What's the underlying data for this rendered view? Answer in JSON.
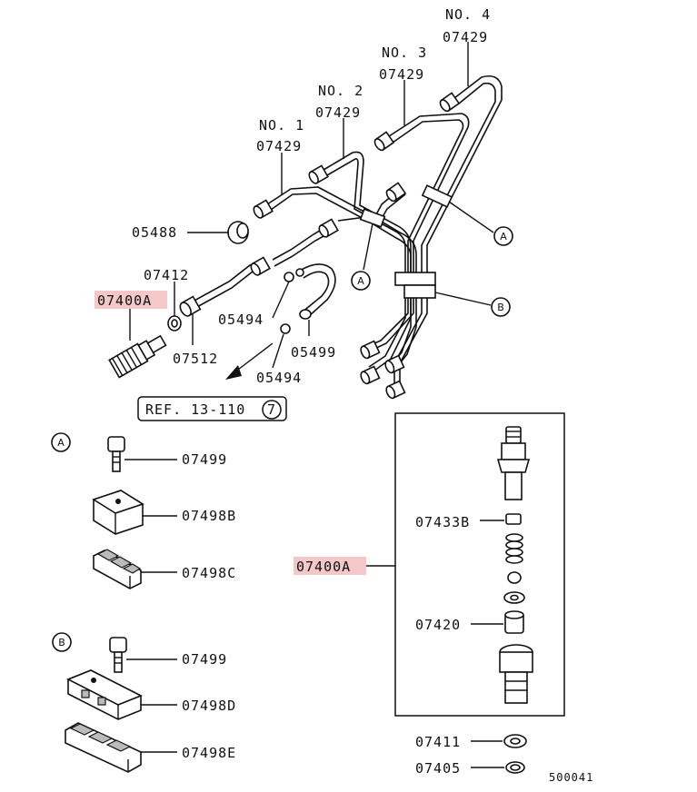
{
  "labels": {
    "no1": "NO. 1",
    "no2": "NO. 2",
    "no3": "NO. 3",
    "no4": "NO. 4",
    "pipe_no1": "07429",
    "pipe_no2": "07429",
    "pipe_no3": "07429",
    "pipe_no4": "07429",
    "nut": "05488",
    "washer_top": "07412",
    "injector_assy_top": "07400A",
    "seal": "07512",
    "clip_upper": "05494",
    "hose": "05499",
    "clip_lower": "05494",
    "reference": "REF. 13-110",
    "reference_circle": "7",
    "callout_a_bolt": "07499",
    "callout_a_clamp_b": "07498B",
    "callout_a_clamp_c": "07498C",
    "callout_b_bolt": "07499",
    "callout_b_clamp_d": "07498D",
    "callout_b_clamp_e": "07498E",
    "detail_07433b": "07433B",
    "injector_assy_detail": "07400A",
    "detail_07420": "07420",
    "washer_07411": "07411",
    "washer_07405": "07405",
    "diagram_id": "500041"
  },
  "markers": {
    "a": "A",
    "b": "B"
  },
  "colors": {
    "highlight": "#f4c8c8",
    "line": "#111111"
  }
}
